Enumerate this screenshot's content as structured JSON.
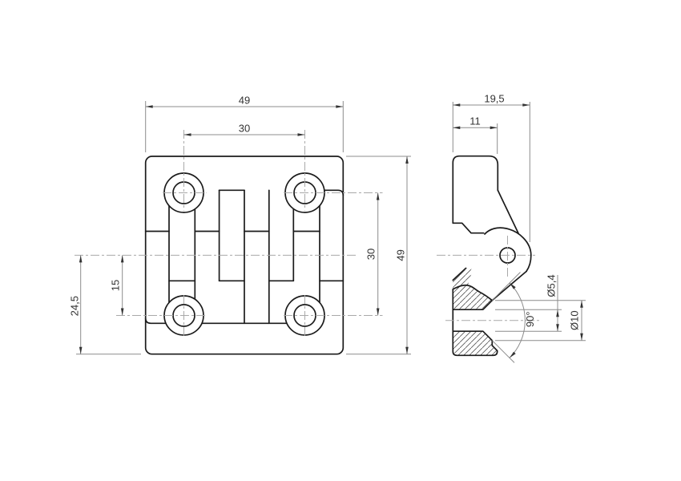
{
  "drawing": {
    "type": "engineering-drawing",
    "part": "hinge",
    "colors": {
      "background": "#ffffff",
      "object_line": "#1b1b1b",
      "thin_line": "#8c8c8c",
      "center_line": "#a9a9a9",
      "text": "#333333",
      "hatch": "#555555"
    },
    "front_view": {
      "dim_width": "49",
      "dim_hole_spacing_horizontal": "30",
      "dim_height": "49",
      "dim_hole_spacing_vertical": "30",
      "dim_center_to_hole": "15",
      "dim_center_to_bottom": "24,5"
    },
    "side_view": {
      "dim_total_depth": "19,5",
      "dim_leaf_thickness": "11",
      "dim_hole_diameter": "Ø5,4",
      "dim_countersink_diameter": "Ø10",
      "dim_countersink_angle": "90°"
    }
  }
}
